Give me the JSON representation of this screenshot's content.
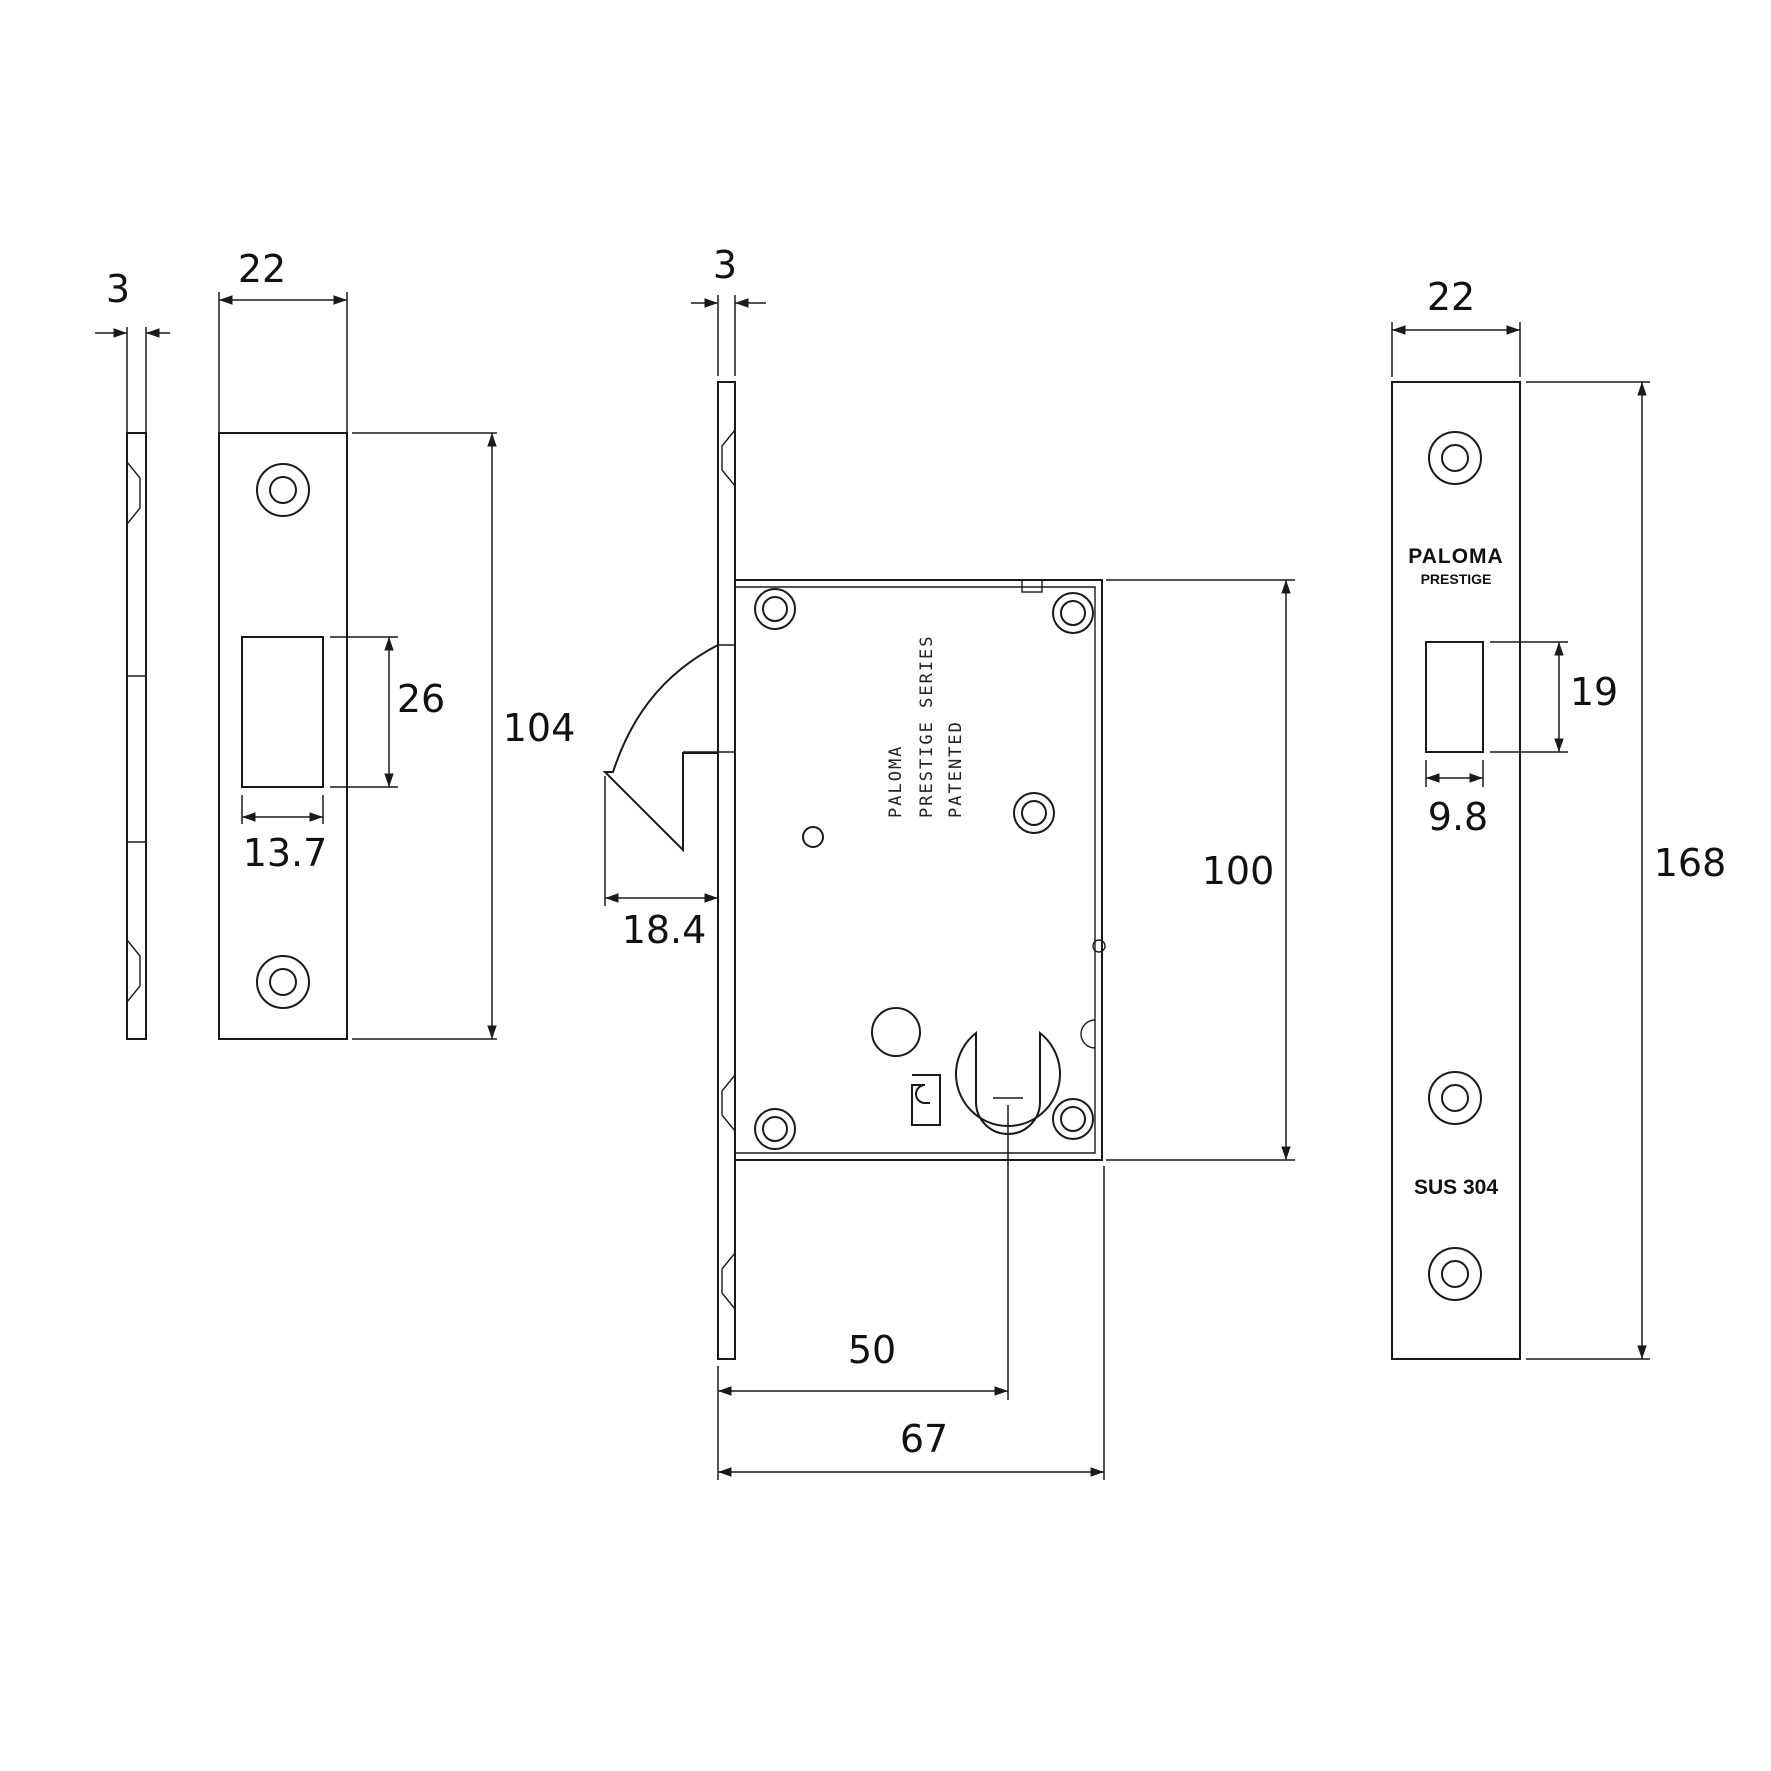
{
  "dimensions": {
    "strike_side_thickness": "3",
    "strike_width": "22",
    "strike_opening_height": "26",
    "strike_opening_width": "13.7",
    "strike_height": "104",
    "lock_faceplate_thickness": "3",
    "hook_projection": "18.4",
    "case_height": "100",
    "backset": "50",
    "case_depth": "67",
    "faceplate_width": "22",
    "faceplate_opening_height": "19",
    "faceplate_opening_width": "9.8",
    "faceplate_height": "168"
  },
  "engraving": {
    "case_line1": "PALOMA",
    "case_line2": "PRESTIGE SERIES",
    "case_line3": "PATENTED",
    "faceplate_brand": "PALOMA",
    "faceplate_series": "PRESTIGE",
    "faceplate_material": "SUS 304"
  },
  "colors": {
    "line": "#1a1a1a",
    "background": "#ffffff"
  }
}
